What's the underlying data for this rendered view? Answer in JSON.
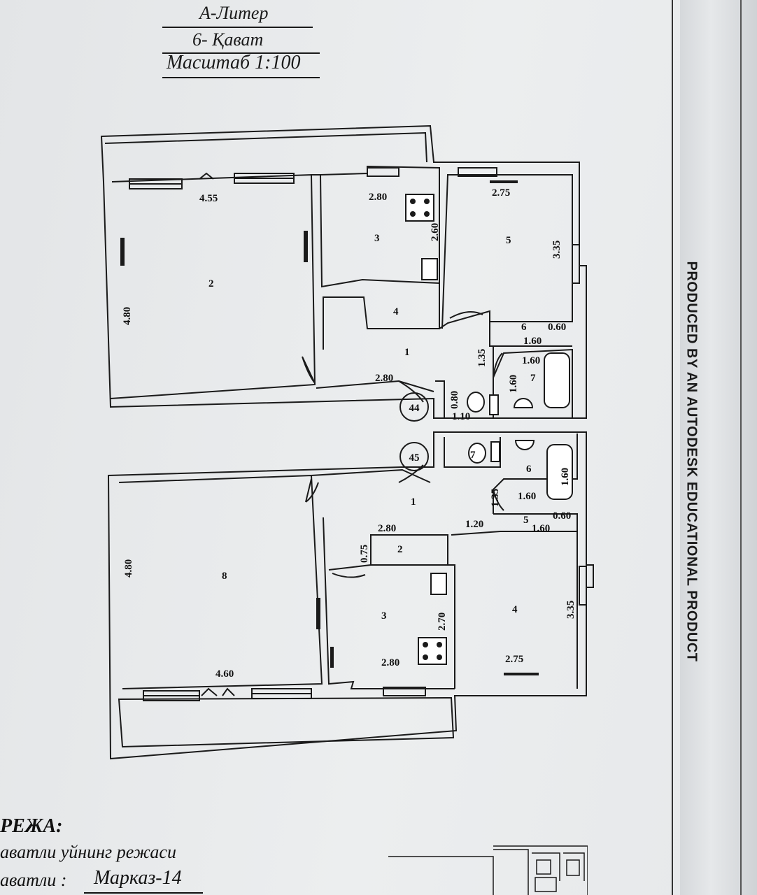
{
  "header": {
    "liter": "А-Литер",
    "floor": "6- Қават",
    "scale": "Масштаб 1:100"
  },
  "watermark": "PRODUCED BY AN AUTODESK EDUCATIONAL PRODUCT",
  "apartments": [
    {
      "number": "44",
      "rooms": [
        "1",
        "2",
        "3",
        "4",
        "5",
        "6",
        "7"
      ],
      "dimensions": [
        "4.55",
        "4.80",
        "2.80",
        "2.60",
        "2.75",
        "3.35",
        "0.60",
        "1.60",
        "1.35",
        "1.60",
        "1.60",
        "2.80",
        "0.80",
        "1.10"
      ]
    },
    {
      "number": "45",
      "rooms": [
        "1",
        "2",
        "3",
        "4",
        "5",
        "6",
        "7",
        "8"
      ],
      "dimensions": [
        "1.60",
        "1.60",
        "1.35",
        "1.20",
        "0.60",
        "1.60",
        "2.80",
        "0.75",
        "4.80",
        "2.70",
        "3.35",
        "4.60",
        "2.80",
        "2.75"
      ]
    }
  ],
  "footer": {
    "line1": "РЕЖА:",
    "line2": "аватли уйнинг режаси",
    "line3_prefix": "аватли :",
    "line3_value": "Марказ-14"
  },
  "colors": {
    "ink": "#1a1a1a",
    "paper": "#eceeef"
  }
}
